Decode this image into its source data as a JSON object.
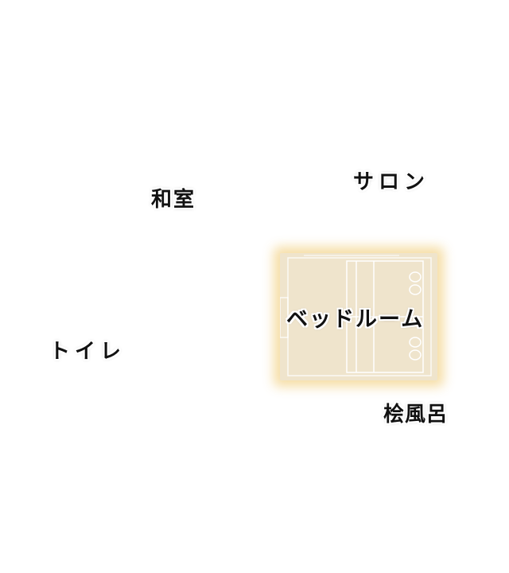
{
  "rooms": {
    "washitsu": {
      "label": "和室"
    },
    "salon": {
      "label": "サロン"
    },
    "toilet": {
      "label": "トイレ"
    },
    "bedroom": {
      "label": "ベッドルーム"
    },
    "bath": {
      "label": "桧風呂"
    }
  },
  "colors": {
    "background": "#ffffff",
    "label_text": "#111111",
    "label_outline": "#ffffff",
    "bedroom_floor": "#efe4cc",
    "bedroom_glow": "#f4d896"
  },
  "icons": {
    "bedroom": "bed-floorplan-icon"
  }
}
